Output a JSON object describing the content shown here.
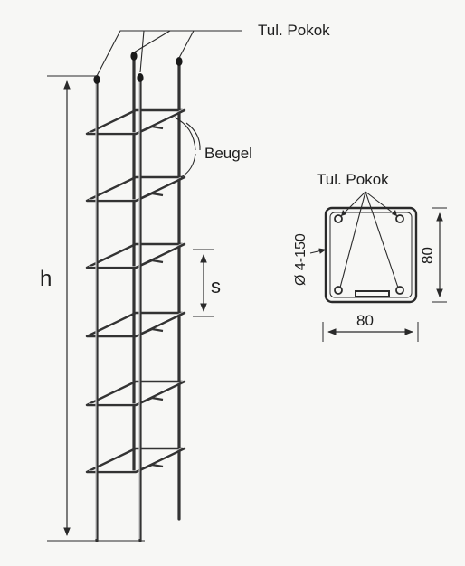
{
  "labels": {
    "main_bars_top": "Tul. Pokok",
    "stirrups": "Beugel",
    "height": "h",
    "spacing": "s",
    "main_bars_section": "Tul. Pokok",
    "stirrup_spec": "Ø 4-150",
    "section_height": "80",
    "section_width": "80"
  },
  "colors": {
    "ink": "#2a2a2a",
    "background": "#f7f7f5"
  }
}
